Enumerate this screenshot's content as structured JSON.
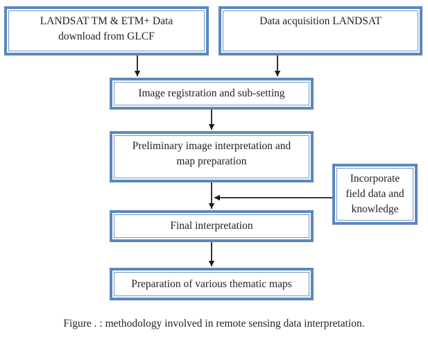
{
  "figure": {
    "caption": "Figure . : methodology involved in remote sensing data interpretation.",
    "colors": {
      "box-border": "#5b88bd",
      "box-inner-border": "#6d94c4",
      "box-fill": "#ffffff",
      "arrow": "#1c1c1c",
      "text": "#1f1f1f",
      "background": "#ffffff"
    },
    "boxes": {
      "glcf": {
        "lines": [
          "LANDSAT TM & ETM+ Data",
          "download from GLCF"
        ]
      },
      "acquisition": {
        "lines": [
          "Data acquisition LANDSAT"
        ]
      },
      "registration": {
        "lines": [
          "Image registration and sub-setting"
        ]
      },
      "preliminary": {
        "lines": [
          "Preliminary image interpretation and",
          "map preparation"
        ]
      },
      "incorporate": {
        "lines": [
          "Incorporate",
          "field data and",
          "knowledge"
        ]
      },
      "final": {
        "lines": [
          "Final interpretation"
        ]
      },
      "thematic": {
        "lines": [
          "Preparation of various thematic maps"
        ]
      }
    }
  }
}
